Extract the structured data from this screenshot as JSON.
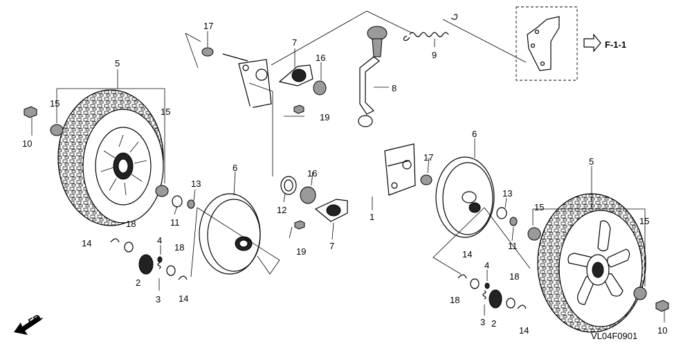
{
  "diagram": {
    "drawing_code": "VL04F0901",
    "ref_label": "F-1-1",
    "direction_label": "FR.",
    "callouts": {
      "c1": "1",
      "c2a": "2",
      "c2b": "2",
      "c3a": "3",
      "c3b": "3",
      "c4a": "4",
      "c4b": "4",
      "c5a": "5",
      "c5b": "5",
      "c6a": "6",
      "c6b": "6",
      "c7a": "7",
      "c7b": "7",
      "c8": "8",
      "c9": "9",
      "c10a": "10",
      "c10b": "10",
      "c11a": "11",
      "c11b": "11",
      "c12": "12",
      "c13a": "13",
      "c13b": "13",
      "c14a": "14",
      "c14b": "14",
      "c14c": "14",
      "c14d": "14",
      "c15a": "15",
      "c15b": "15",
      "c15c": "15",
      "c15d": "15",
      "c16a": "16",
      "c16b": "16",
      "c17a": "17",
      "c17b": "17",
      "c18a": "18",
      "c18b": "18",
      "c18c": "18",
      "c18d": "18",
      "c19a": "19",
      "c19b": "19"
    }
  }
}
